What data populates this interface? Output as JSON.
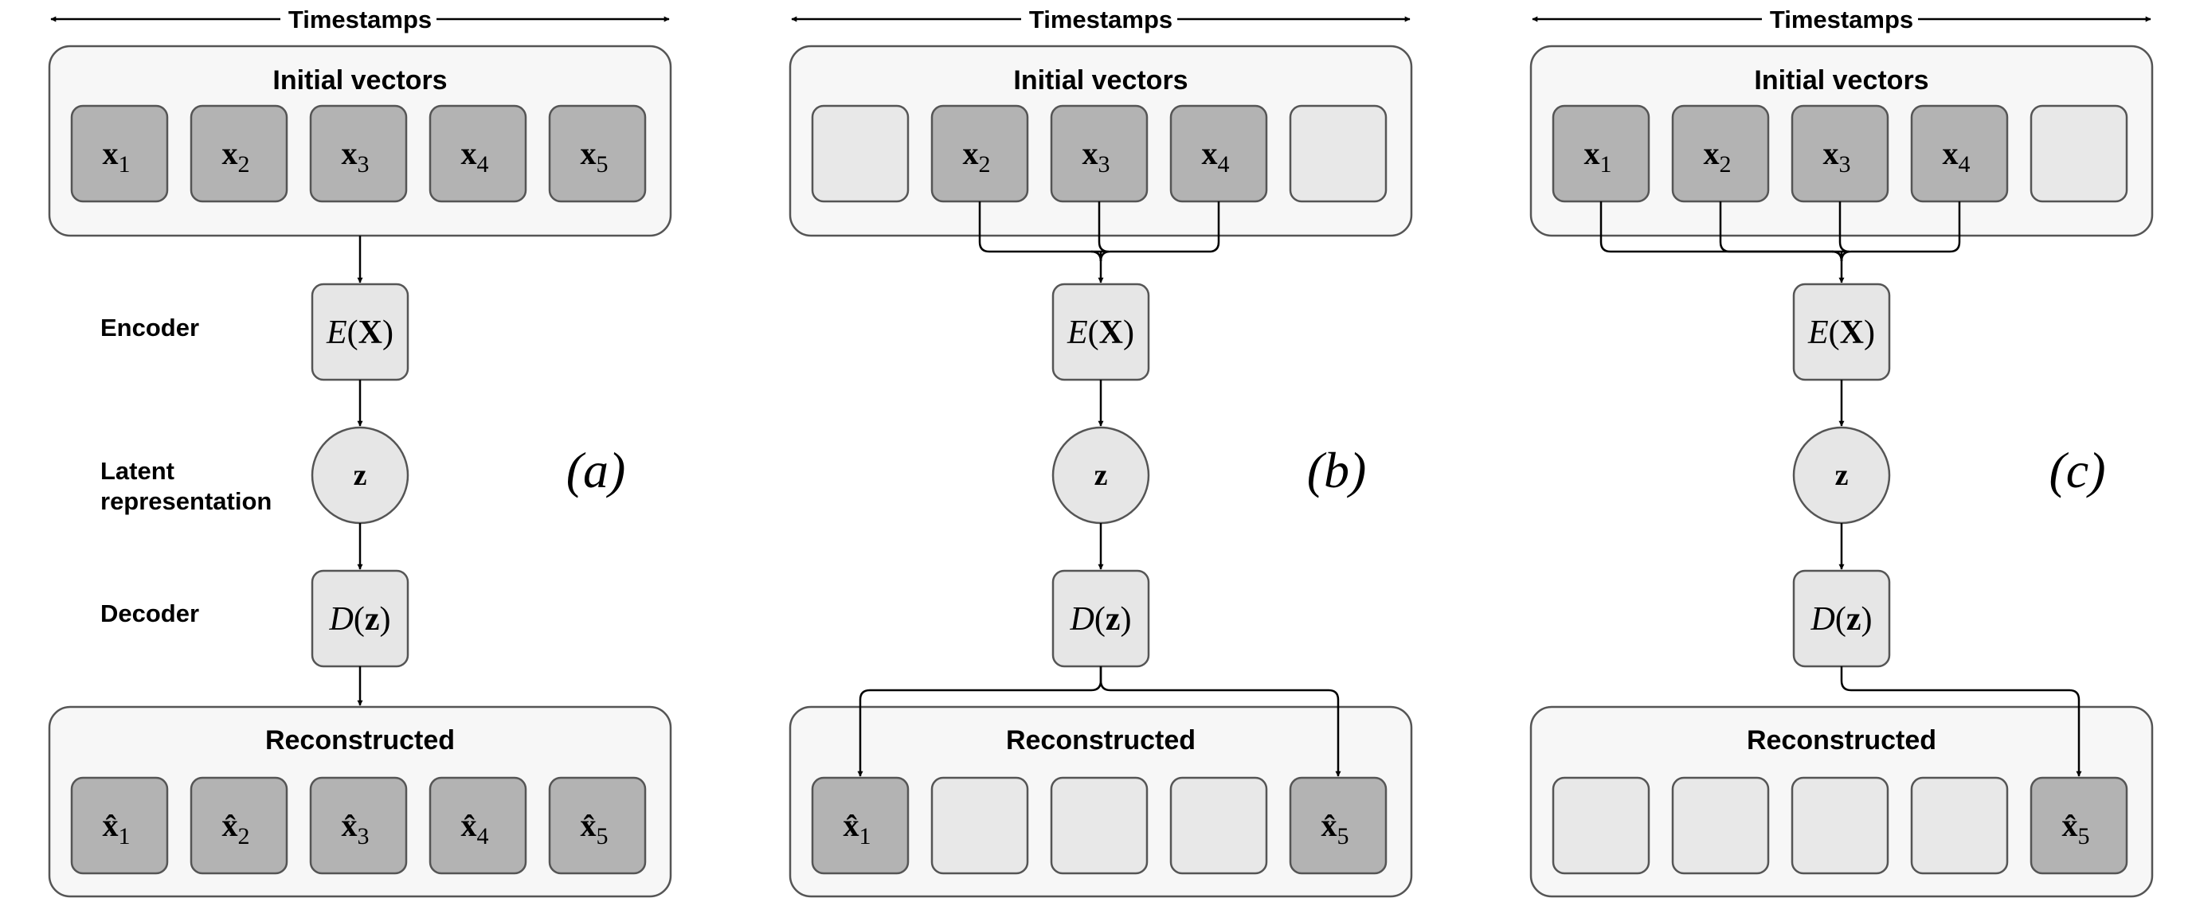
{
  "side_labels": {
    "encoder": "Encoder",
    "latent_line1": "Latent",
    "latent_line2": "representation",
    "decoder": "Decoder"
  },
  "panels": [
    {
      "id": "a",
      "label": "(a)",
      "timestamps": "Timestamps",
      "top_title": "Initial vectors",
      "bottom_title": "Reconstructed",
      "encoder": "E(X)",
      "latent": "z",
      "decoder": "D(z)",
      "inputs": [
        "x1",
        "x2",
        "x3",
        "x4",
        "x5"
      ],
      "inputs_active": [
        true,
        true,
        true,
        true,
        true
      ],
      "outputs": [
        "x̂1",
        "x̂2",
        "x̂3",
        "x̂4",
        "x̂5"
      ],
      "outputs_active": [
        true,
        true,
        true,
        true,
        true
      ]
    },
    {
      "id": "b",
      "label": "(b)",
      "timestamps": "Timestamps",
      "top_title": "Initial vectors",
      "bottom_title": "Reconstructed",
      "encoder": "E(X)",
      "latent": "z",
      "decoder": "D(z)",
      "inputs": [
        "",
        "x2",
        "x3",
        "x4",
        ""
      ],
      "inputs_active": [
        false,
        true,
        true,
        true,
        false
      ],
      "outputs": [
        "x̂1",
        "",
        "",
        "",
        "x̂5"
      ],
      "outputs_active": [
        true,
        false,
        false,
        false,
        true
      ]
    },
    {
      "id": "c",
      "label": "(c)",
      "timestamps": "Timestamps",
      "top_title": "Initial vectors",
      "bottom_title": "Reconstructed",
      "encoder": "E(X)",
      "latent": "z",
      "decoder": "D(z)",
      "inputs": [
        "x1",
        "x2",
        "x3",
        "x4",
        ""
      ],
      "inputs_active": [
        true,
        true,
        true,
        true,
        false
      ],
      "outputs": [
        "",
        "",
        "",
        "",
        "x̂5"
      ],
      "outputs_active": [
        false,
        false,
        false,
        false,
        true
      ]
    }
  ],
  "colors": {
    "active_box": "#b3b3b3",
    "inactive_box": "#e8e8e8",
    "container": "#f7f7f7",
    "node": "#e6e6e6",
    "stroke": "#555555",
    "line": "#000000"
  }
}
